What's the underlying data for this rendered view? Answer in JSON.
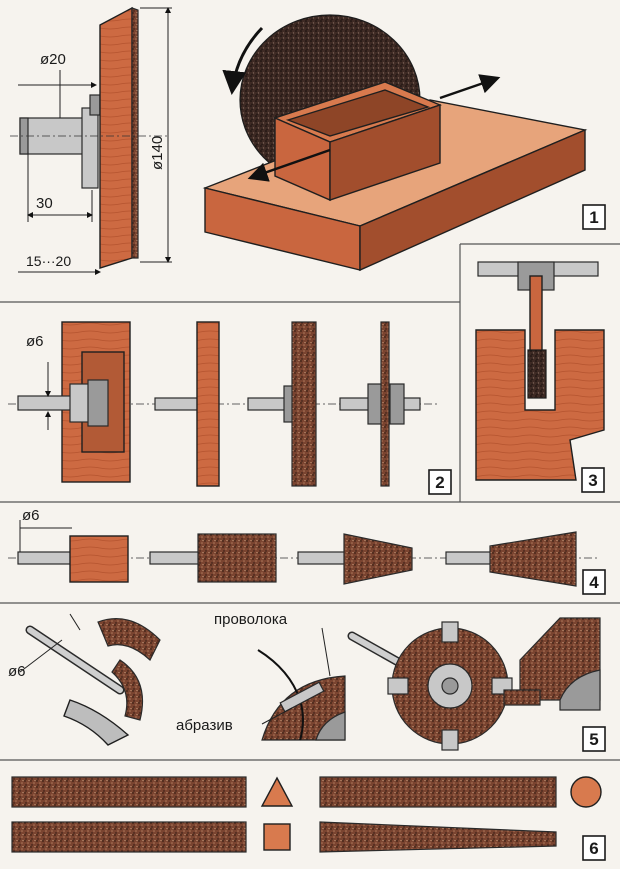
{
  "figure": {
    "panels": [
      {
        "number": "1",
        "labels": {
          "d_shaft": "ø20",
          "d_disc": "ø140",
          "shaft_len": "30",
          "disc_thk": "15···20"
        }
      },
      {
        "number": "2",
        "labels": {
          "d_bolt": "ø6"
        }
      },
      {
        "number": "3"
      },
      {
        "number": "4",
        "labels": {
          "d_shank": "ø6"
        }
      },
      {
        "number": "5",
        "labels": {
          "d_mandrel": "ø6",
          "wire": "проволока",
          "abrasive": "абразив"
        }
      },
      {
        "number": "6"
      }
    ]
  },
  "colors": {
    "wood": "#c9663f",
    "abrasive": "#6b3a2a",
    "steel": "#c8c8c8",
    "background": "#f6f3ee"
  }
}
